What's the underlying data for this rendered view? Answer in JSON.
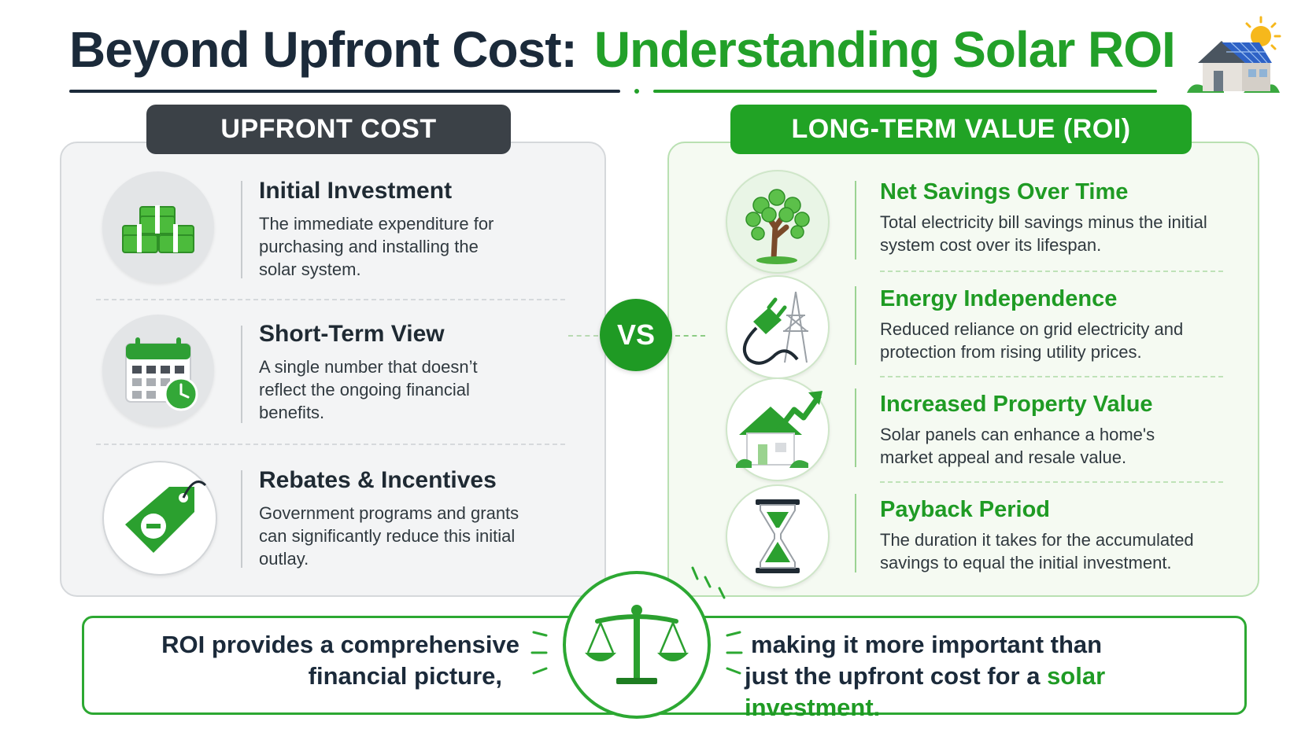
{
  "title": {
    "part1": "Beyond Upfront Cost:",
    "part2": "Understanding Solar ROI"
  },
  "left": {
    "header": "UPFRONT COST",
    "items": [
      {
        "icon": "money-stack-icon",
        "title": "Initial Investment",
        "desc": "The immediate expenditure for purchasing and installing the solar system."
      },
      {
        "icon": "calendar-clock-icon",
        "title": "Short-Term View",
        "desc": "A single number that doesn’t reflect the ongoing financial benefits."
      },
      {
        "icon": "discount-tag-icon",
        "title": "Rebates & Incentives",
        "desc": "Government programs and grants can significantly reduce this initial outlay."
      }
    ]
  },
  "vs": "VS",
  "right": {
    "header": "LONG-TERM VALUE (ROI)",
    "items": [
      {
        "icon": "money-tree-icon",
        "title": "Net Savings Over Time",
        "desc": "Total electricity bill savings minus the initial system cost over its lifespan."
      },
      {
        "icon": "plug-tower-icon",
        "title": "Energy Independence",
        "desc": "Reduced reliance on grid electricity and protection from rising utility prices."
      },
      {
        "icon": "house-growth-icon",
        "title": "Increased Property Value",
        "desc": "Solar panels can enhance a home's market appeal and resale value."
      },
      {
        "icon": "hourglass-icon",
        "title": "Payback Period",
        "desc": "The duration it takes for the accumulated savings to equal the initial investment."
      }
    ]
  },
  "bottom": {
    "left_line1": "ROI provides a comprehensive",
    "left_line2": "financial picture,",
    "right_line1": "making it more important than",
    "right_line2_a": "just the upfront cost for a",
    "right_line2_b": "solar investment."
  },
  "colors": {
    "accent_green": "#22a029",
    "dark_navy": "#1b2a3a",
    "header_dark": "#3b4147"
  }
}
